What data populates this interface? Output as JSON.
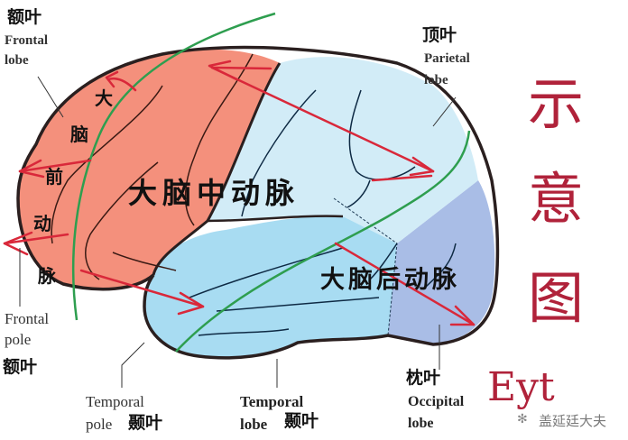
{
  "diagram": {
    "colors": {
      "frontal_lobe": "#f4907c",
      "parietal_lobe": "#d2ecf7",
      "temporal_lobe": "#a8dcf2",
      "occipital_lobe": "#a9bde6",
      "outline": "#2a1f1f",
      "arrow": "#d9283a",
      "boundary_line": "#2e9e4f",
      "handwriting": "#b0223a"
    },
    "labels": {
      "frontal_lobe": {
        "cn": "额叶",
        "en_line1": "Frontal",
        "en_line2": "lobe"
      },
      "parietal_lobe": {
        "cn": "顶叶",
        "en_line1": "Parietal",
        "en_line2": "lobe"
      },
      "frontal_pole": {
        "en_line1": "Frontal",
        "en_line2": "pole",
        "cn": "额叶"
      },
      "temporal_pole": {
        "en_line1": "Temporal",
        "en_line2": "pole",
        "cn": "颞叶"
      },
      "temporal_lobe": {
        "en_line1": "Temporal",
        "en_line2": "lobe",
        "cn": "颞叶"
      },
      "occipital_lobe": {
        "cn": "枕叶",
        "en_line1": "Occipital",
        "en_line2": "lobe"
      }
    },
    "arteries": {
      "anterior": {
        "chars": [
          "大",
          "脑",
          "前",
          "动",
          "脉"
        ]
      },
      "middle": "大脑中动脉",
      "posterior": "大脑后动脉"
    },
    "handwritten": {
      "title_chars": [
        "示",
        "意",
        "图"
      ],
      "signature": "Eyt"
    },
    "watermark": "盖延廷大夫"
  }
}
